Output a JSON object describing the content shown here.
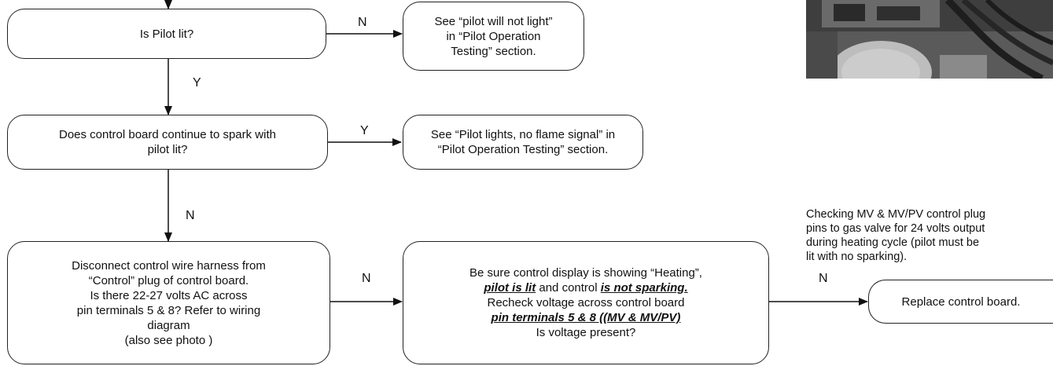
{
  "boxes": {
    "pilot_lit": {
      "lines": [
        "Is Pilot lit?"
      ]
    },
    "pilot_not_light": {
      "lines": [
        "See “pilot will not light”",
        "in “Pilot Operation",
        "Testing” section."
      ]
    },
    "continue_spark": {
      "lines": [
        "Does control board continue to spark with",
        "pilot lit?"
      ]
    },
    "no_flame_signal": {
      "lines": [
        "See “Pilot lights, no flame signal” in",
        "“Pilot Operation Testing” section."
      ]
    },
    "disconnect_harness": {
      "lines": [
        "Disconnect control wire harness from",
        "“Control” plug of control board.",
        "Is there 22-27 volts AC across",
        "pin terminals 5 & 8?  Refer to wiring",
        "diagram",
        "(also see photo )"
      ]
    },
    "be_sure": {
      "line1": "Be sure control display is  showing “Heating”,",
      "line2_emph1": "pilot is lit",
      "line2_mid": " and control ",
      "line2_emph2": "is not sparking.",
      "line3": "Recheck voltage across control board",
      "line4_emph": "pin terminals 5 & 8 ((MV & MV/PV)",
      "line5": "Is voltage present?"
    },
    "replace": {
      "lines": [
        "Replace control board."
      ]
    }
  },
  "labels": {
    "n1": "N",
    "y1": "Y",
    "y2": "Y",
    "n2": "N",
    "n3": "N",
    "n4": "N"
  },
  "caption": {
    "lines": [
      "Checking MV & MV/PV control plug",
      "pins to gas valve for 24 volts output",
      "during  heating cycle (pilot must be",
      "lit with no sparking)."
    ]
  },
  "colors": {
    "stroke": "#222222",
    "photo_dark": "#3a3a3a",
    "photo_light": "#bdbdbd"
  }
}
